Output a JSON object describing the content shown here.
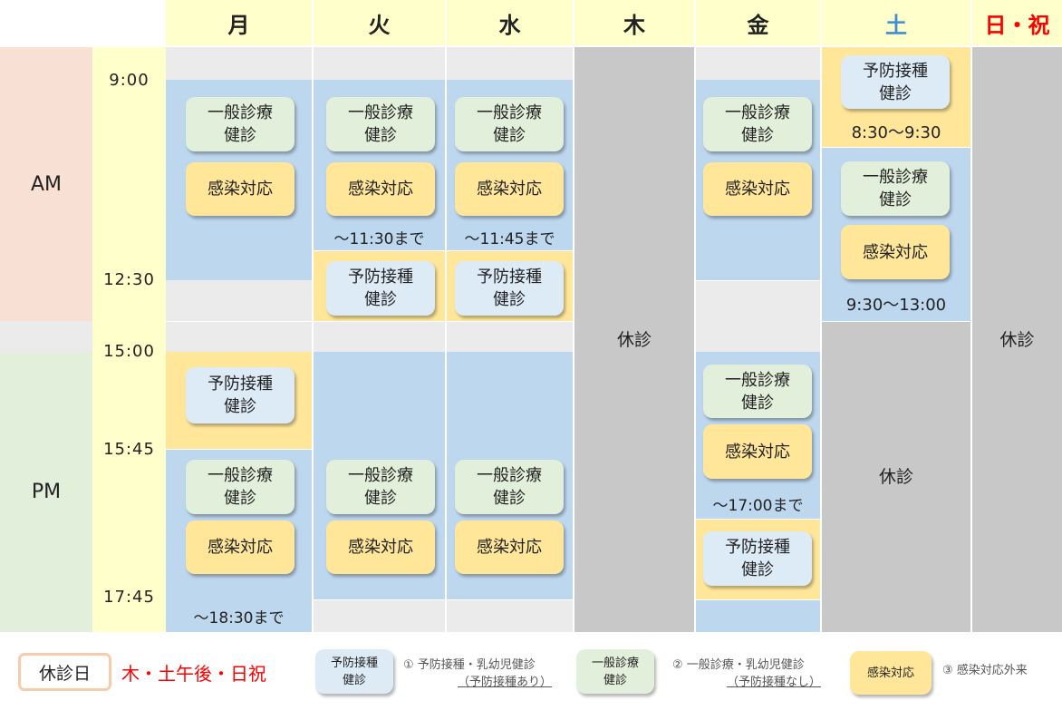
{
  "days": [
    "月",
    "火",
    "水",
    "木",
    "金",
    "土",
    "日・祝"
  ],
  "periods": {
    "am": "AM",
    "pm": "PM"
  },
  "times": [
    "9:00",
    "12:30",
    "15:00",
    "15:45",
    "17:45"
  ],
  "labels": {
    "general": "一般診療\n健診",
    "infection": "感染対応",
    "vaccine": "予防接種\n健診",
    "closed": "休診"
  },
  "notes": {
    "mon_pm_end": "～18:30まで",
    "tue_am_end": "～11:30まで",
    "wed_am_end": "～11:45まで",
    "fri_pm_end": "～17:00まで",
    "sat_vaccine": "8:30～9:30",
    "sat_am": "9:30～13:00"
  },
  "legend": {
    "closed_day_label": "休診日",
    "closed_days": "木・土午後・日祝",
    "vaccine_box": "予防接種\n健診",
    "vaccine_desc1": "① 予防接種・乳幼児健診",
    "vaccine_desc2": "（予防接種あり）",
    "general_box": "一般診療\n健診",
    "general_desc1": "② 一般診療・乳幼児健診",
    "general_desc2": "（予防接種なし）",
    "infection_box": "感染対応",
    "infection_desc": "③ 感染対応外来"
  },
  "colors": {
    "saturday": "#3d8fd1",
    "sunday": "#ff0000"
  }
}
